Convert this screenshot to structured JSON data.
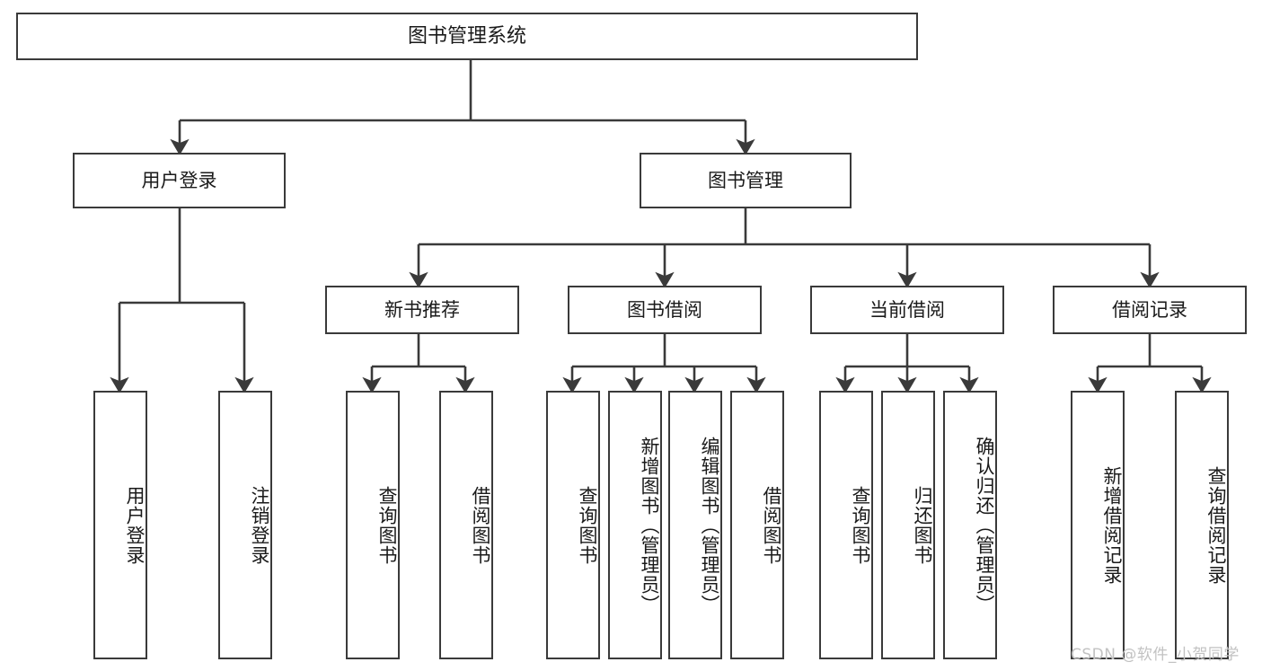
{
  "diagram": {
    "title": "图书管理系统",
    "type": "tree-hierarchy-chart",
    "colors": {
      "box_border": "#3a3a3a",
      "box_fill": "#ffffff",
      "connector": "#3a3a3a",
      "text": "#1a1a1a",
      "watermark": "#c2c2c2",
      "background": "#ffffff"
    },
    "root": {
      "label": "图书管理系统"
    },
    "level1": [
      {
        "id": "user-login",
        "label": "用户登录"
      },
      {
        "id": "book-management",
        "label": "图书管理"
      }
    ],
    "level2": [
      {
        "id": "new-book-recommend",
        "label": "新书推荐",
        "parent": "book-management"
      },
      {
        "id": "book-borrow",
        "label": "图书借阅",
        "parent": "book-management"
      },
      {
        "id": "current-borrow",
        "label": "当前借阅",
        "parent": "book-management"
      },
      {
        "id": "borrow-record",
        "label": "借阅记录",
        "parent": "book-management"
      }
    ],
    "leaves": [
      {
        "id": "leaf-user-login",
        "label": "用户登录",
        "parent": "user-login"
      },
      {
        "id": "leaf-user-logout",
        "label": "注销登录",
        "parent": "user-login"
      },
      {
        "id": "leaf-query-book-1",
        "label": "查询图书",
        "parent": "new-book-recommend"
      },
      {
        "id": "leaf-borrow-book-1",
        "label": "借阅图书",
        "parent": "new-book-recommend"
      },
      {
        "id": "leaf-query-book-2",
        "label": "查询图书",
        "parent": "book-borrow"
      },
      {
        "id": "leaf-add-book",
        "label": "新增图书（管理员）",
        "parent": "book-borrow"
      },
      {
        "id": "leaf-edit-book",
        "label": "编辑图书（管理员）",
        "parent": "book-borrow"
      },
      {
        "id": "leaf-borrow-book-2",
        "label": "借阅图书",
        "parent": "book-borrow"
      },
      {
        "id": "leaf-query-book-3",
        "label": "查询图书",
        "parent": "current-borrow"
      },
      {
        "id": "leaf-return-book",
        "label": "归还图书",
        "parent": "current-borrow"
      },
      {
        "id": "leaf-confirm-return",
        "label": "确认归还（管理员）",
        "parent": "current-borrow"
      },
      {
        "id": "leaf-add-record",
        "label": "新增借阅记录",
        "parent": "borrow-record"
      },
      {
        "id": "leaf-query-record",
        "label": "查询借阅记录",
        "parent": "borrow-record"
      }
    ],
    "watermark": "CSDN @软件_小贺同学"
  }
}
